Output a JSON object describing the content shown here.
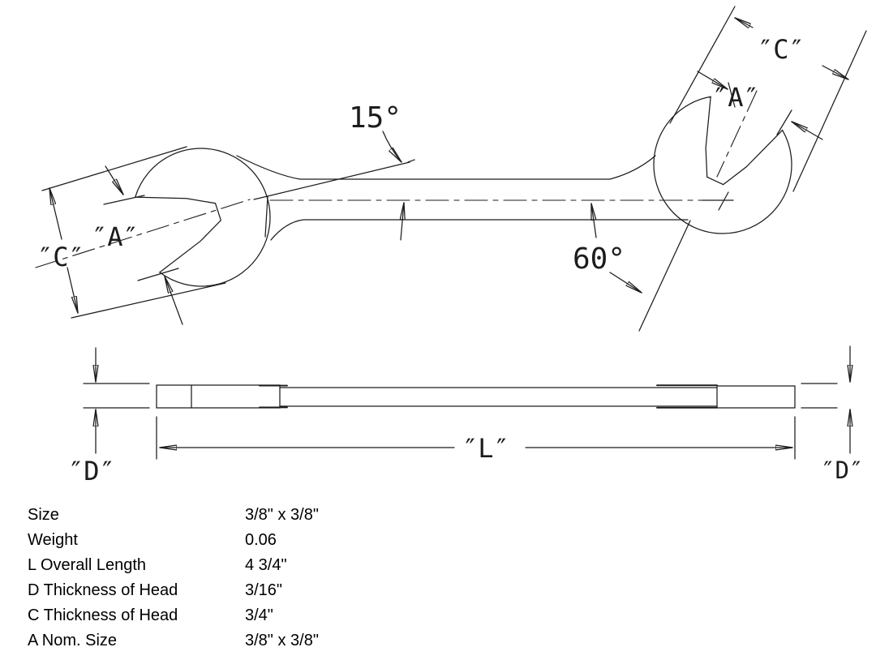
{
  "drawing": {
    "line_color": "#1c1c1c",
    "top_view": {
      "angle_left_label": "15°",
      "angle_right_label": "60°",
      "left_head": {
        "c_label": "″C″",
        "a_label": "″A″"
      },
      "right_head": {
        "c_label": "″C″",
        "a_label": "″A″"
      }
    },
    "side_view": {
      "length_label": "″L″",
      "thickness_left_label": "″D″",
      "thickness_right_label": "″D″"
    }
  },
  "spec_table": {
    "rows": [
      {
        "label": "Size",
        "value": "3/8\" x 3/8\""
      },
      {
        "label": "Weight",
        "value": "0.06"
      },
      {
        "label": "L Overall Length",
        "value": "4 3/4\""
      },
      {
        "label": "D Thickness of Head",
        "value": "3/16\""
      },
      {
        "label": "C Thickness of Head",
        "value": "3/4\""
      },
      {
        "label": "A Nom. Size",
        "value": "3/8\" x 3/8\""
      }
    ]
  }
}
